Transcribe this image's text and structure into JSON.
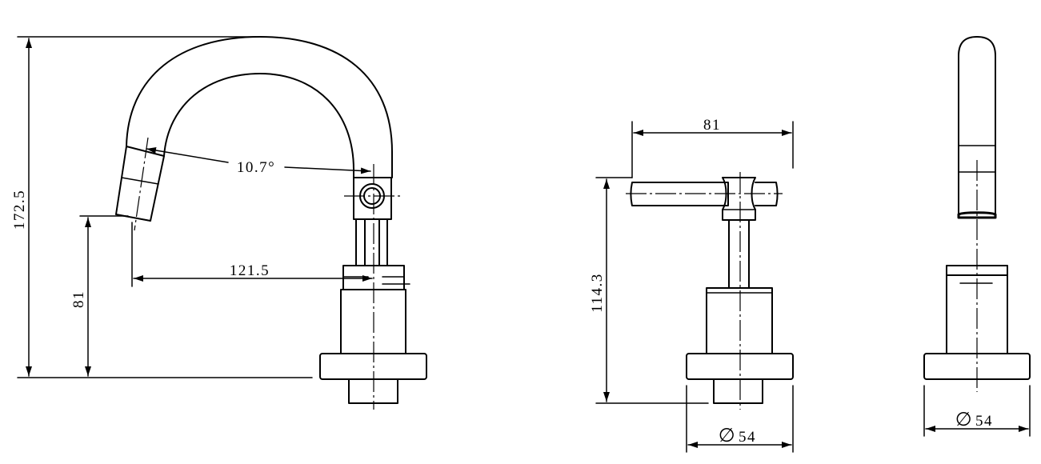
{
  "dimensions": {
    "overall_height": "172.5",
    "spout_angle": "10.7°",
    "spout_reach": "121.5",
    "outlet_height": "81",
    "handle_length": "81",
    "handle_height": "114.3",
    "handle_base_diameter": "54",
    "side_base_diameter": "54"
  },
  "symbols": {
    "diameter": "∅"
  }
}
